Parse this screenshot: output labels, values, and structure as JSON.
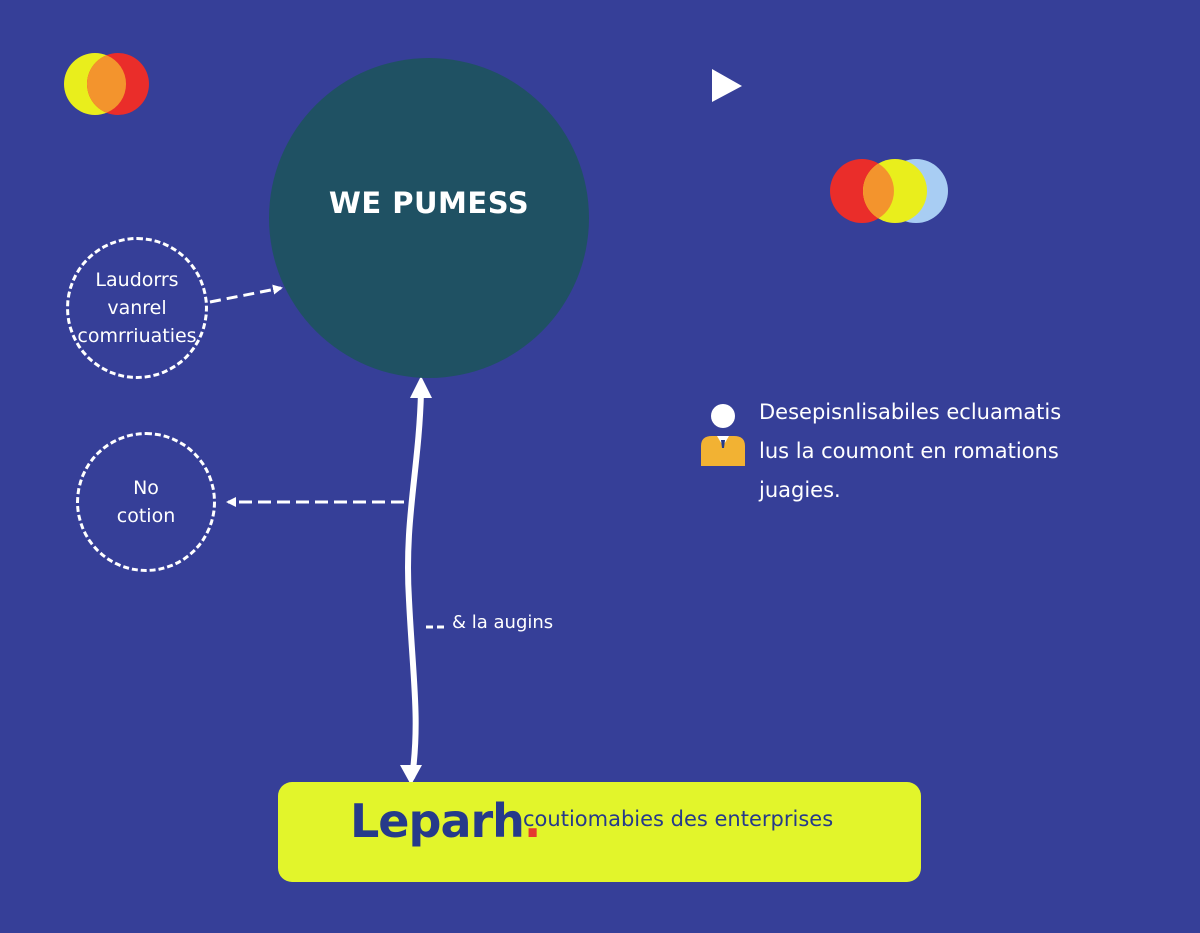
{
  "diagram": {
    "center_title": "WE PUMESS",
    "nodes": [
      {
        "label": "Laudorrs\nvanrel\ncomrriuaties"
      },
      {
        "label": "No\ncotion"
      }
    ],
    "edge_label": "& la augins",
    "info_text": "Desepisnlisabiles ecluamatis\nlus la coumont en romations\njuagies.",
    "footer": {
      "brand": "Leparh",
      "brand_dot": ".",
      "tagline": "coutiomabies des enterprises"
    }
  },
  "colors": {
    "background": "#363f98",
    "center_circle": "#1f5163",
    "footer": "#e2f52b",
    "brand_text": "#263a8a",
    "accent_red": "#e53a2f",
    "accent_yellow": "#e9ee1c",
    "accent_orange": "#f3942d",
    "accent_light_blue": "#a8cdf3"
  },
  "icons": {
    "top_left": "two-overlapping-circles-icon",
    "top_right": "three-overlapping-circles-icon",
    "play": "play-icon",
    "person": "person-icon"
  }
}
